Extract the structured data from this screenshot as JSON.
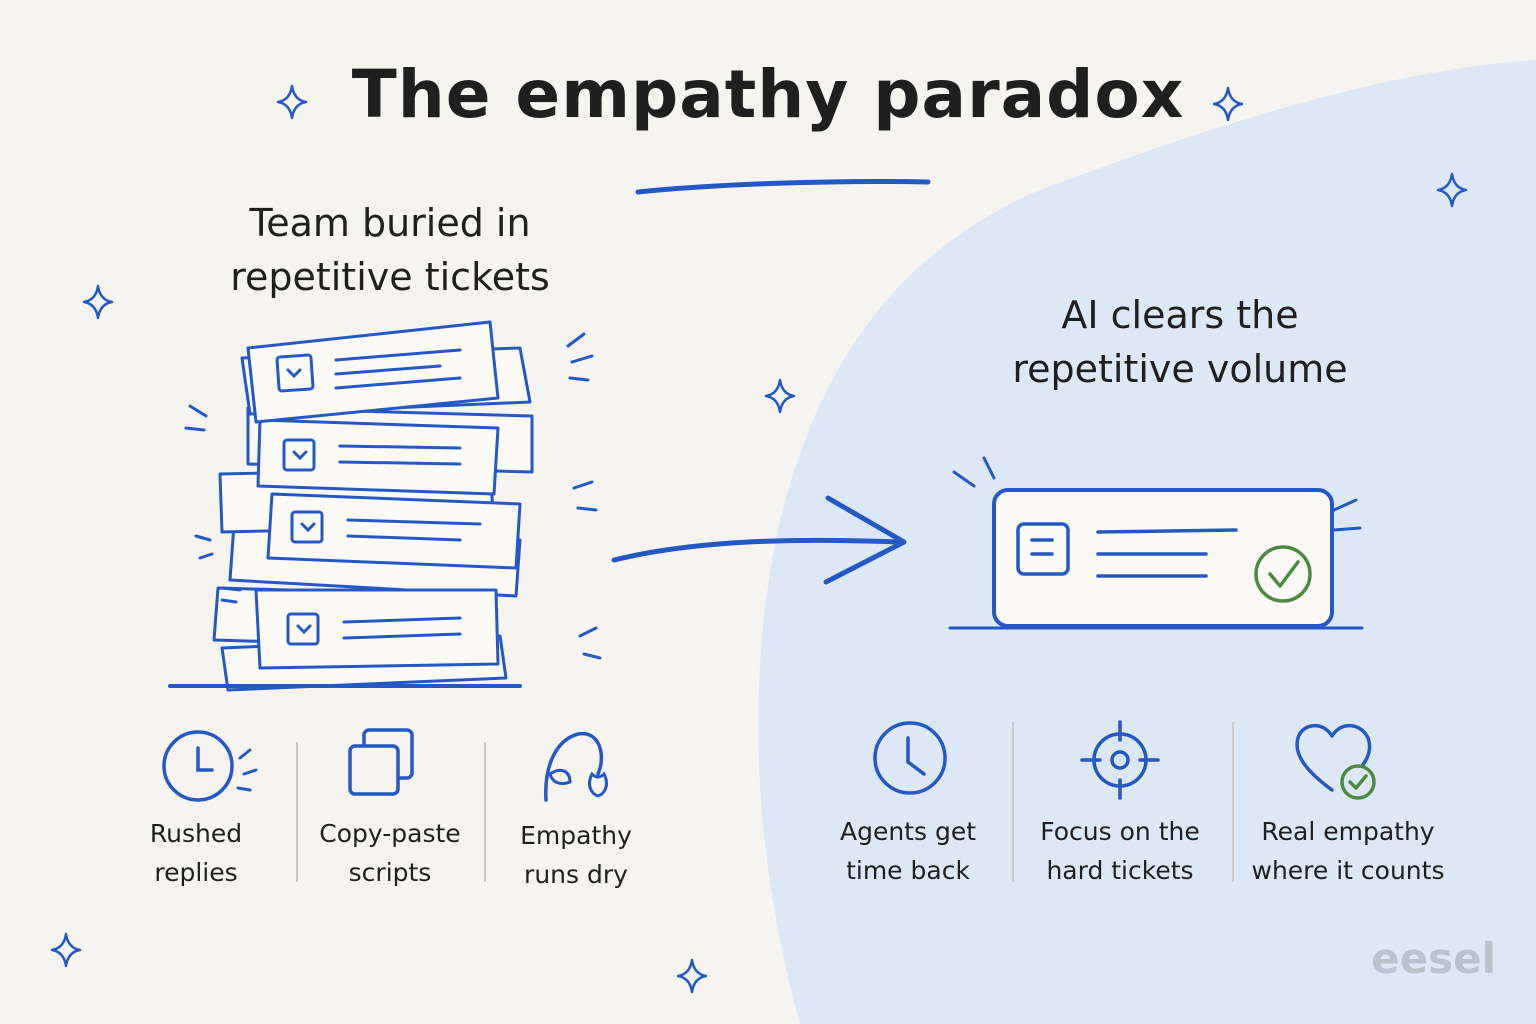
{
  "title": "The empathy paradox",
  "left": {
    "heading": [
      "Team buried in",
      "repetitive tickets"
    ],
    "labels": [
      [
        "Rushed",
        "replies"
      ],
      [
        "Copy-paste",
        "scripts"
      ],
      [
        "Empathy",
        "runs dry"
      ]
    ]
  },
  "right": {
    "heading": [
      "AI clears the",
      "repetitive volume"
    ],
    "labels": [
      [
        "Agents get",
        "time back"
      ],
      [
        "Focus on the",
        "hard tickets"
      ],
      [
        "Real empathy",
        "where it counts"
      ]
    ]
  },
  "logo": "eesel",
  "icons": {
    "left": [
      "clock-icon",
      "copy-icon",
      "wilted-flower-icon"
    ],
    "right": [
      "clock-icon",
      "target-icon",
      "heart-check-icon"
    ]
  },
  "colors": {
    "background": "#f6f4f0",
    "panel": "#dde8f7",
    "ink": "#2458c4",
    "check": "#4c8b3f",
    "text": "#1f1f1f"
  }
}
